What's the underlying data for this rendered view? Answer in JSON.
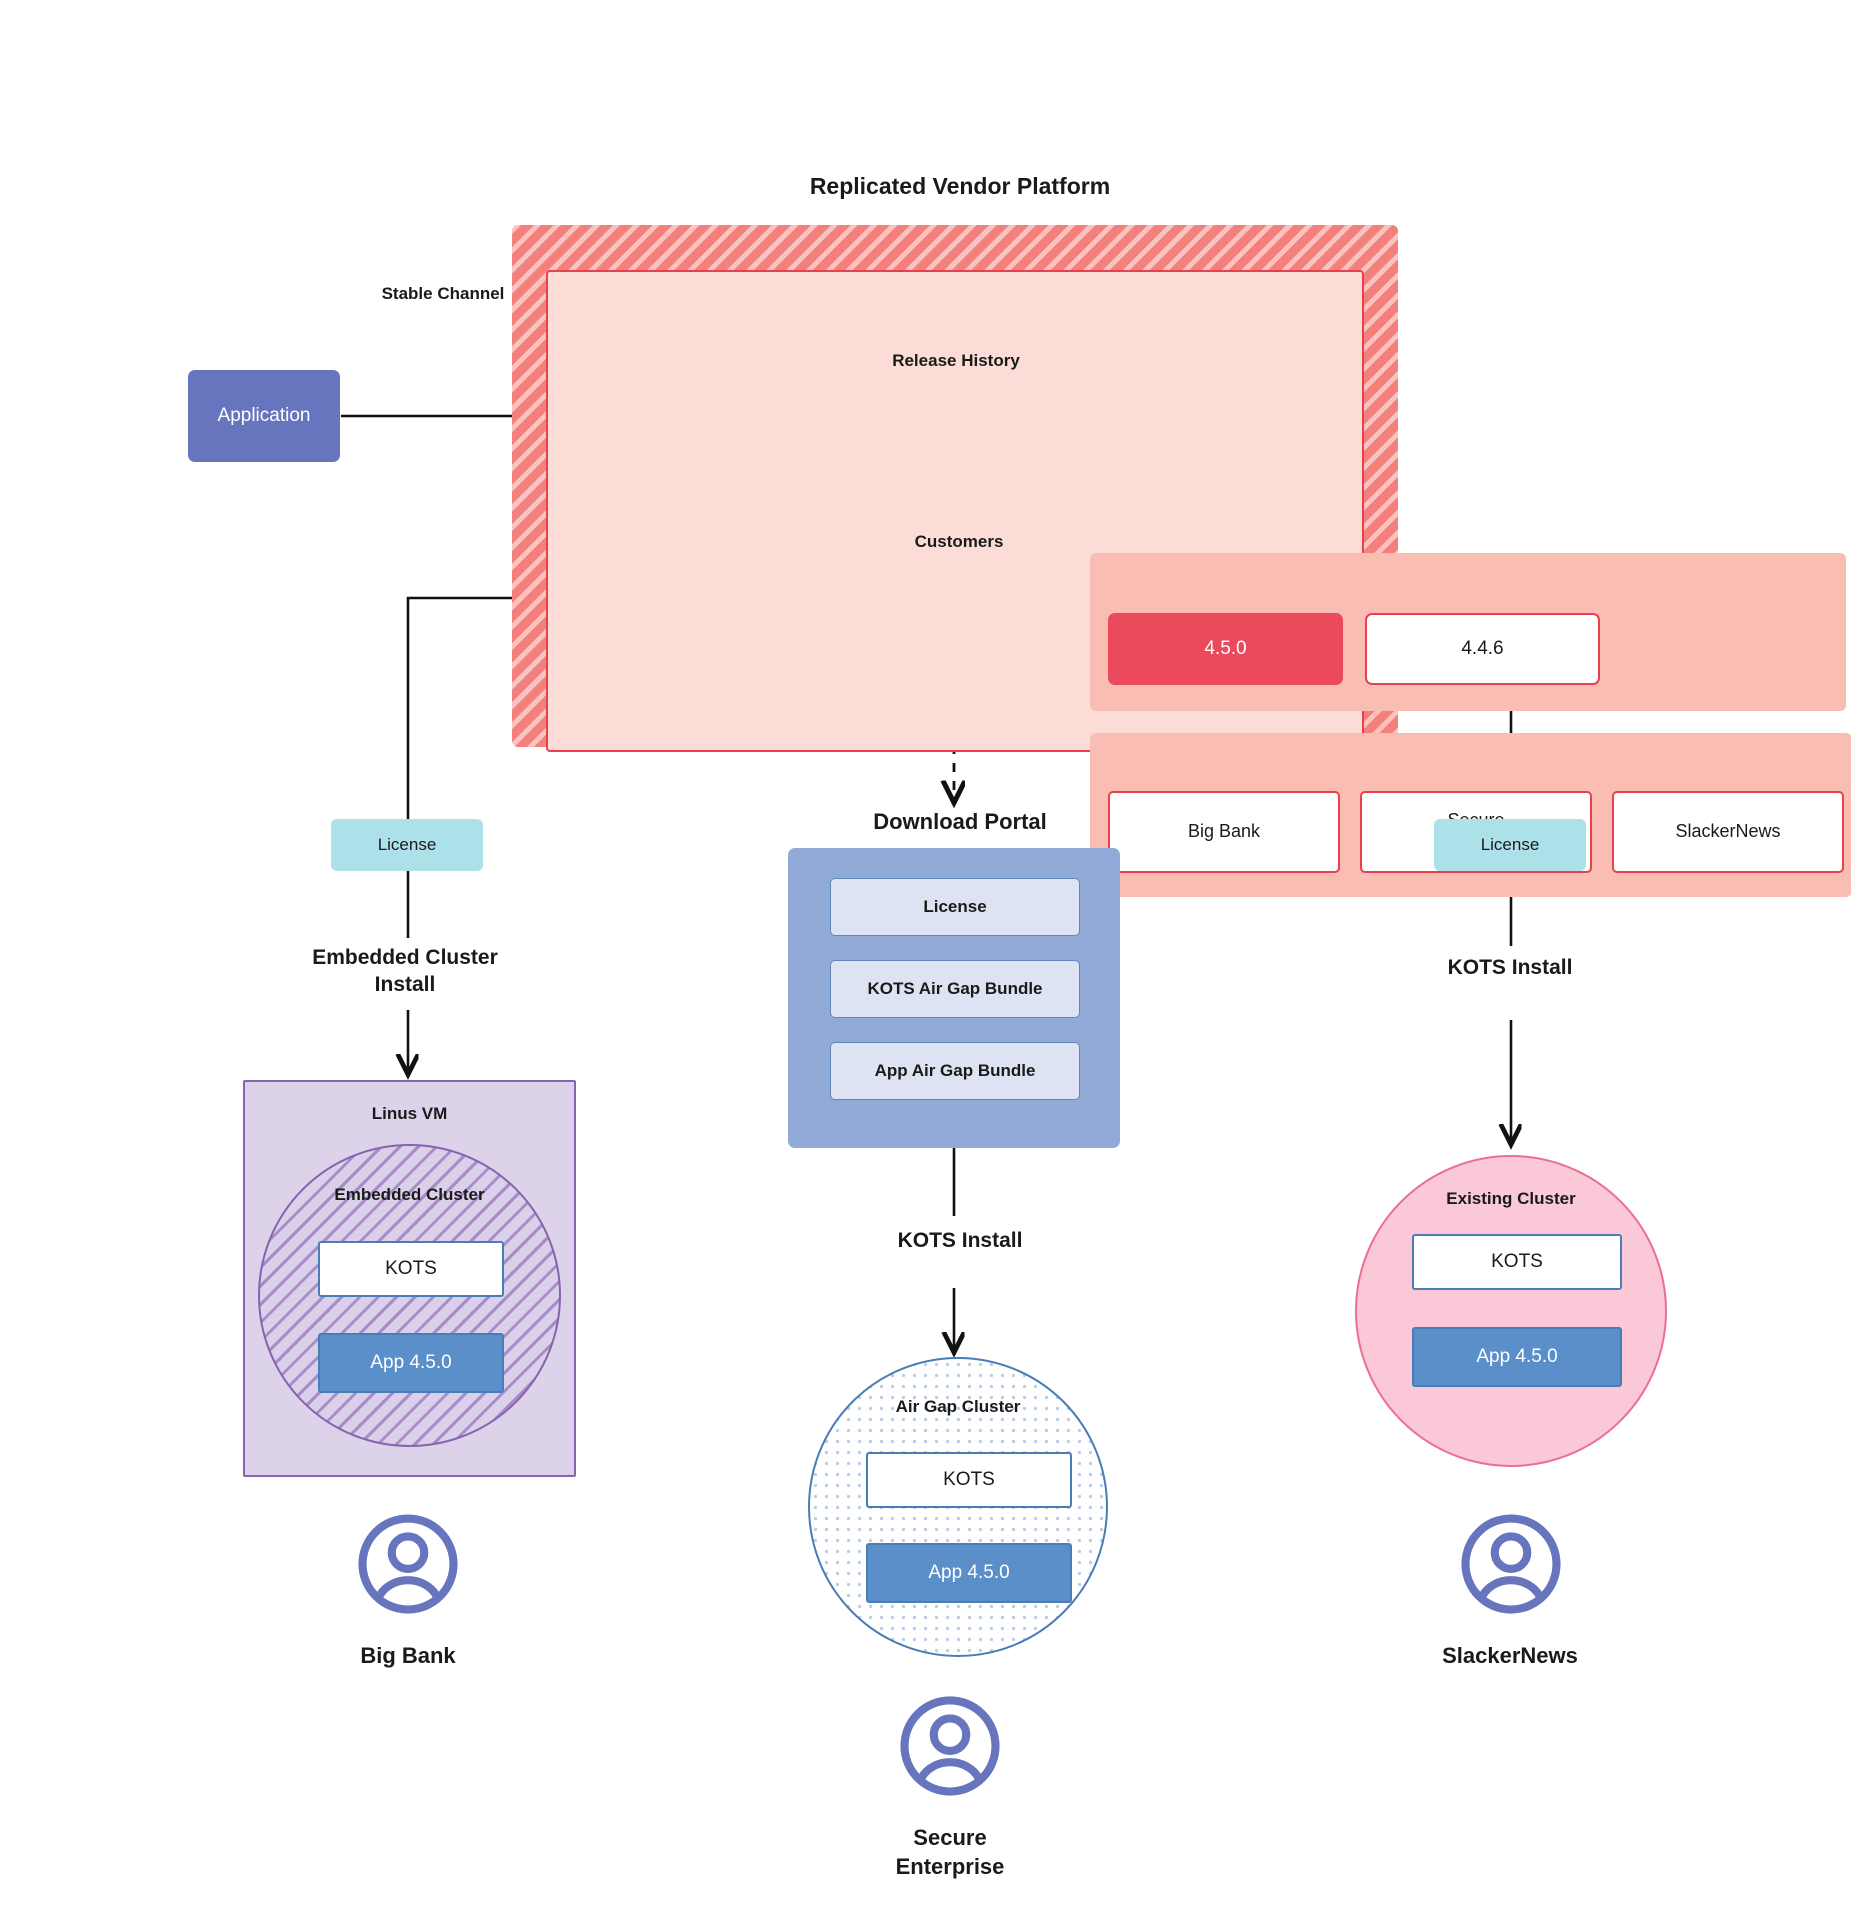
{
  "diagram": {
    "title": "Replicated Vendor Platform",
    "application": {
      "label": "Application"
    },
    "stable_channel": {
      "title": "Stable Channel",
      "release_history": {
        "title": "Release History",
        "releases": [
          {
            "version": "4.5.0",
            "state": "current"
          },
          {
            "version": "4.4.6",
            "state": "previous"
          }
        ]
      },
      "customers": {
        "title": "Customers",
        "items": [
          {
            "name": "Big Bank"
          },
          {
            "name": "Secure\nEnterprise"
          },
          {
            "name": "SlackerNews"
          }
        ]
      }
    },
    "licenses": {
      "left_label": "License",
      "right_label": "License"
    },
    "flow_labels": {
      "embedded_cluster_install": "Embedded Cluster\nInstall",
      "kots_install_right": "KOTS Install",
      "kots_install_middle": "KOTS Install"
    },
    "download_portal": {
      "title": "Download  Portal",
      "items": [
        {
          "label": "License"
        },
        {
          "label": "KOTS Air Gap Bundle"
        },
        {
          "label": "App Air Gap Bundle"
        }
      ]
    },
    "linux_vm": {
      "title": "Linus VM",
      "embedded_cluster": {
        "title": "Embedded Cluster",
        "kots": "KOTS",
        "app": "App 4.5.0"
      }
    },
    "air_gap_cluster": {
      "title": "Air Gap Cluster",
      "kots": "KOTS",
      "app": "App 4.5.0"
    },
    "existing_cluster": {
      "title": "Existing Cluster",
      "kots": "KOTS",
      "app": "App 4.5.0"
    },
    "personas": [
      {
        "name": "Big Bank",
        "icon": "user-avatar-icon"
      },
      {
        "name": "Secure\nEnterprise",
        "icon": "user-avatar-icon"
      },
      {
        "name": "SlackerNews",
        "icon": "user-avatar-icon"
      }
    ],
    "colors": {
      "platform_hatch": "#f4807e",
      "channel_fill": "#fbdcd7",
      "section_fill": "#f9bdb4",
      "release_current": "#ea4a5c",
      "accent_red": "#e8404c",
      "application_blue": "#6675bd",
      "license_teal": "#ade1e9",
      "portal_blue": "#92aad8",
      "portal_item": "#dee3f3",
      "vm_purple": "#dcd2ea",
      "cluster_purple_border": "#8763ad",
      "app_blue": "#5b8fca",
      "kots_border": "#4a7db5",
      "existing_pink": "#fbc8d7",
      "existing_pink_border": "#ea6f93"
    }
  }
}
